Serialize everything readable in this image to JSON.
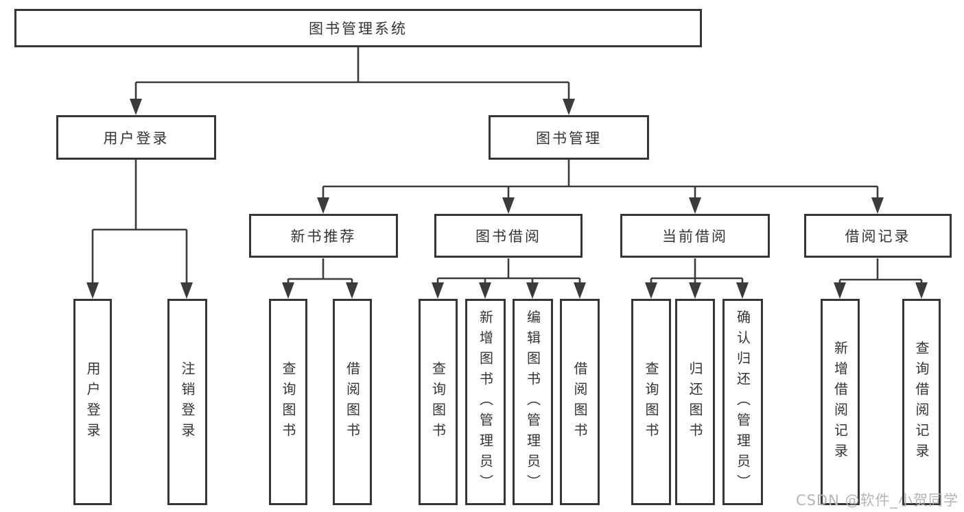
{
  "diagram_title": "图书管理系统",
  "tree": {
    "label": "图书管理系统",
    "children": [
      {
        "label": "用户登录",
        "children": [
          {
            "label": "用户登录"
          },
          {
            "label": "注销登录"
          }
        ]
      },
      {
        "label": "图书管理",
        "children": [
          {
            "label": "新书推荐",
            "children": [
              {
                "label": "查询图书"
              },
              {
                "label": "借阅图书"
              }
            ]
          },
          {
            "label": "图书借阅",
            "children": [
              {
                "label": "查询图书"
              },
              {
                "label": "新增图书（管理员）"
              },
              {
                "label": "编辑图书（管理员）"
              },
              {
                "label": "借阅图书"
              }
            ]
          },
          {
            "label": "当前借阅",
            "children": [
              {
                "label": "查询图书"
              },
              {
                "label": "归还图书"
              },
              {
                "label": "确认归还（管理员）"
              }
            ]
          },
          {
            "label": "借阅记录",
            "children": [
              {
                "label": "新增借阅记录"
              },
              {
                "label": "查询借阅记录"
              }
            ]
          }
        ]
      }
    ]
  },
  "watermark": {
    "text": "CSDN @软件_小贺同学"
  },
  "colors": {
    "line": "#3b3b3b",
    "box_border": "#353535",
    "text": "#343434",
    "background": "#ffffff",
    "watermark": "#b5b5b5"
  }
}
